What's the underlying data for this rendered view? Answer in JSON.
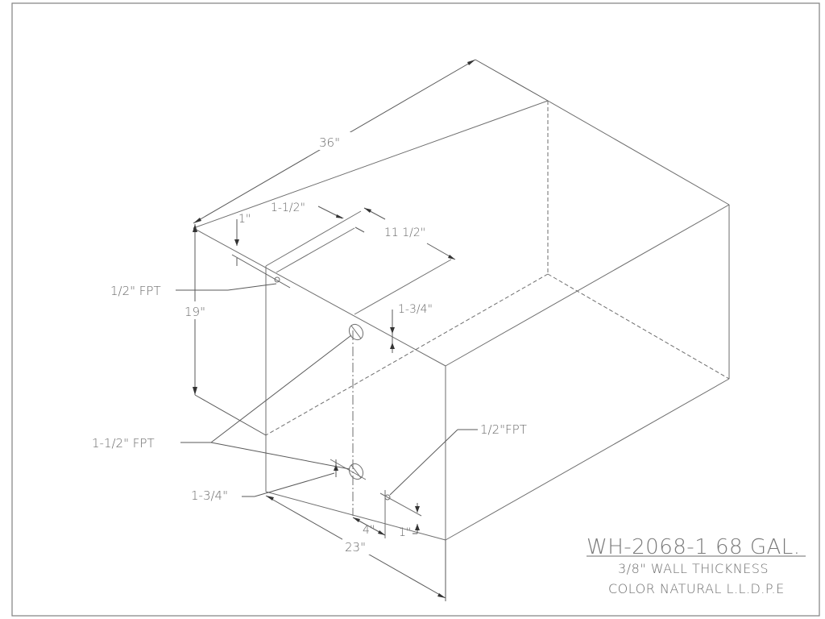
{
  "drawing": {
    "part_number_line": "WH-2068-1  68 GAL.",
    "wall_thickness": "3/8\" WALL THICKNESS",
    "material": "COLOR NATURAL L.L.D.P.E"
  },
  "dimensions": {
    "length": "36\"",
    "height": "19\"",
    "width": "23\"",
    "fitting_offset_top": "1\"",
    "fitting_channel": "1-1/2\"",
    "fitting_channel_length": "11 1/2\"",
    "upper_fitting_offset": "1-3/4\"",
    "lower_fitting_offset": "1-3/4\"",
    "bottom_fitting_spacing": "4\"",
    "bottom_fitting_offset": "1\""
  },
  "callouts": {
    "top_fitting": "1/2\" FPT",
    "side_fittings": "1-1/2\" FPT",
    "bottom_fitting": "1/2\"FPT"
  }
}
